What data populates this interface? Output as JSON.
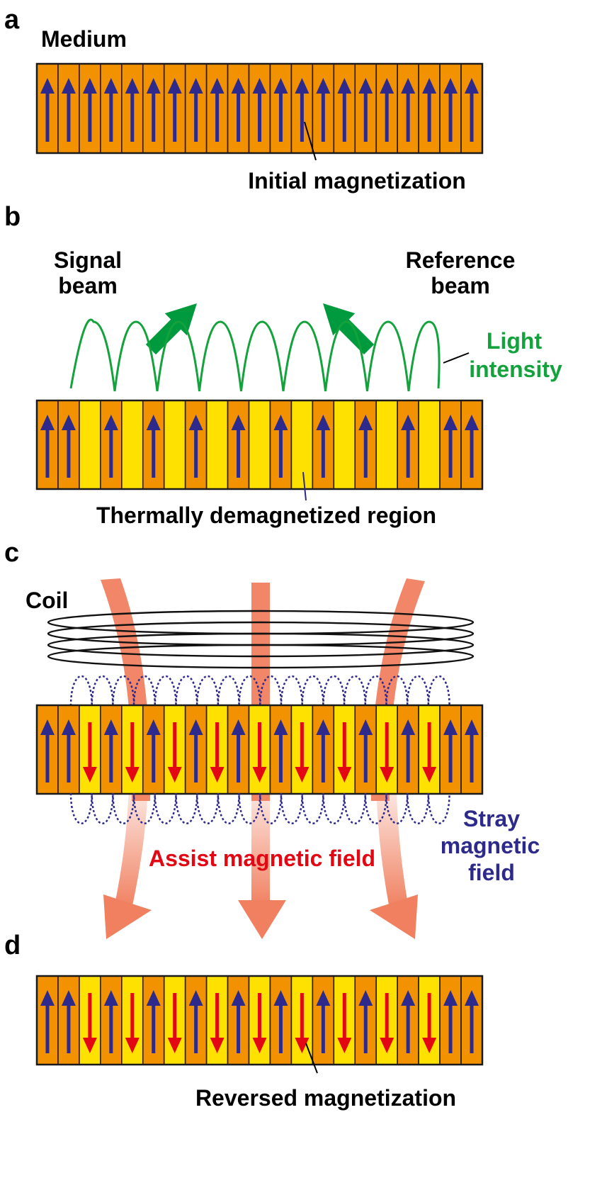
{
  "panels": {
    "a": {
      "letter": "a",
      "medium_label": "Medium",
      "callout": "Initial magnetization"
    },
    "b": {
      "letter": "b",
      "signal_beam": [
        "Signal",
        "beam"
      ],
      "reference_beam": [
        "Reference",
        "beam"
      ],
      "light_intensity": [
        "Light",
        "intensity"
      ],
      "callout": "Thermally demagnetized region"
    },
    "c": {
      "letter": "c",
      "coil": "Coil",
      "assist_field": "Assist magnetic field",
      "stray_field": [
        "Stray",
        "magnetic",
        "field"
      ]
    },
    "d": {
      "letter": "d",
      "callout": "Reversed magnetization"
    }
  },
  "cells": 21,
  "states": {
    "initial": "UUUUUUUUUUUUUUUUUUUUU",
    "heated": "UUHUHUHUHUHUHUHUHUHUU",
    "writing": "UUDUDUDUDUDUDUDUDUDUU",
    "reversed": "UUDUDUDUDUDUDUDUDUDUU"
  },
  "colors": {
    "magnetized": "#F39200",
    "demagnetized": "#FFE100",
    "up_arrow": "#2D2A8C",
    "down_arrow": "#E30613",
    "beam": "#009A3E",
    "intensity": "#13A23B",
    "field_arrow": "#F08060",
    "assist_text": "#E30613",
    "stray_text": "#2D2A8C"
  },
  "icons": {
    "up": "arrow-up-icon",
    "down": "arrow-down-icon",
    "beam": "beam-arrow-icon",
    "field": "field-arrow-icon"
  }
}
